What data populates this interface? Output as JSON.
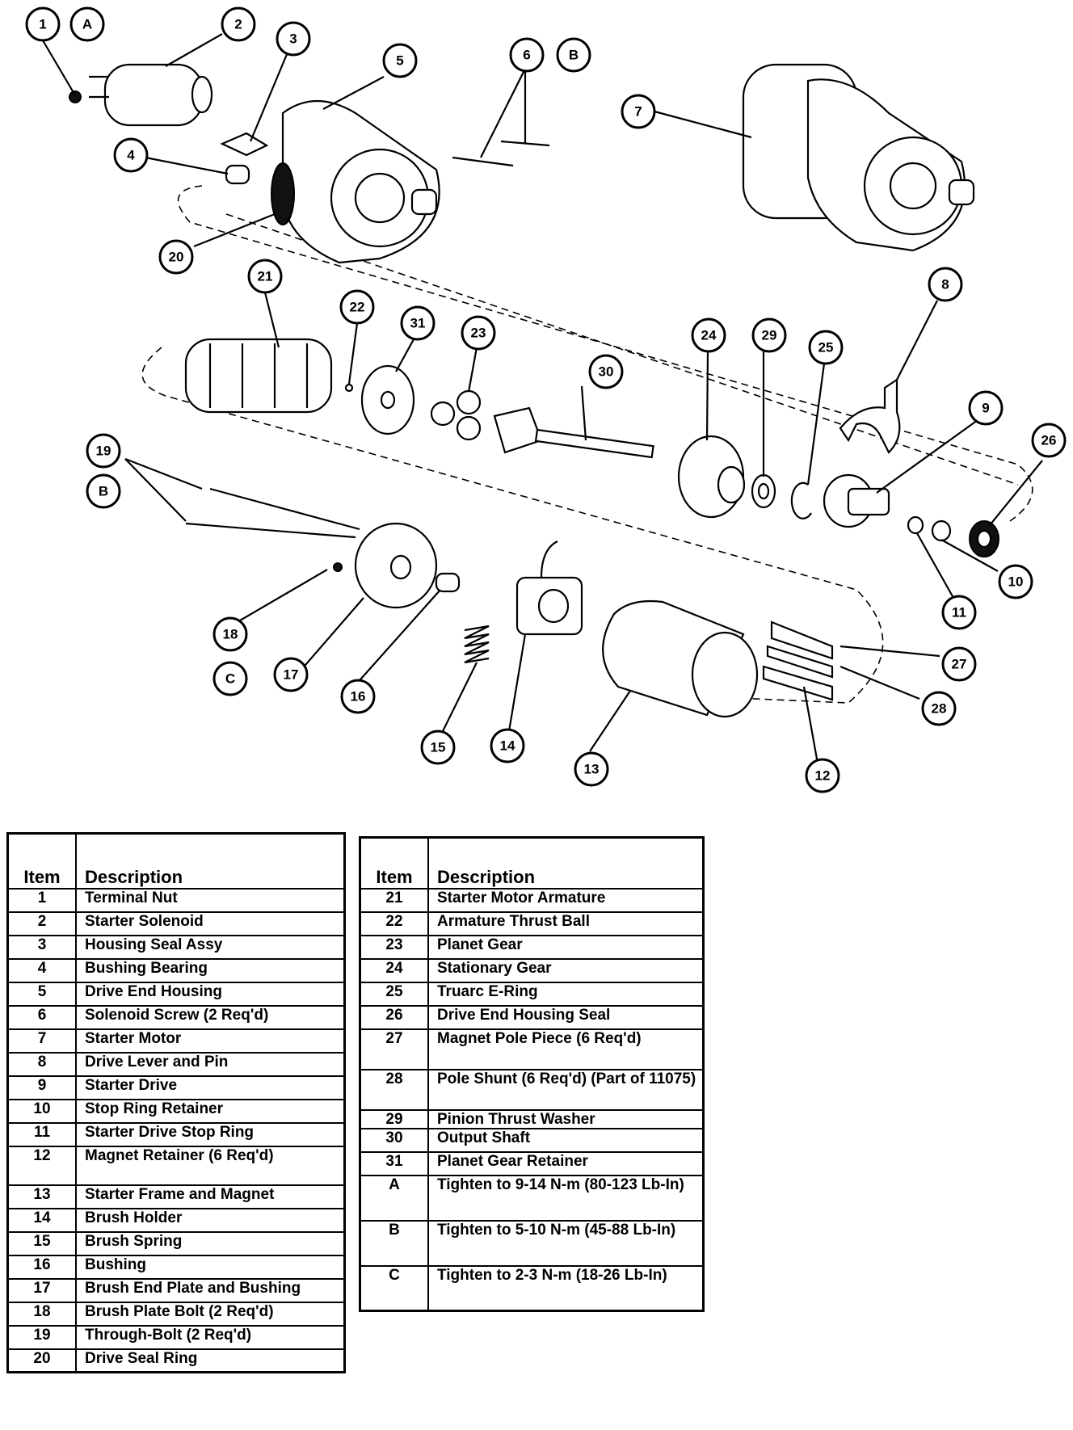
{
  "callouts": [
    {
      "id": "c1",
      "label": "1"
    },
    {
      "id": "cA",
      "label": "A"
    },
    {
      "id": "c2",
      "label": "2"
    },
    {
      "id": "c3",
      "label": "3"
    },
    {
      "id": "c4",
      "label": "4"
    },
    {
      "id": "c5",
      "label": "5"
    },
    {
      "id": "c6",
      "label": "6"
    },
    {
      "id": "cB1",
      "label": "B"
    },
    {
      "id": "c7",
      "label": "7"
    },
    {
      "id": "c20",
      "label": "20"
    },
    {
      "id": "c21",
      "label": "21"
    },
    {
      "id": "c22",
      "label": "22"
    },
    {
      "id": "c31",
      "label": "31"
    },
    {
      "id": "c23",
      "label": "23"
    },
    {
      "id": "c30",
      "label": "30"
    },
    {
      "id": "c24",
      "label": "24"
    },
    {
      "id": "c29",
      "label": "29"
    },
    {
      "id": "c25",
      "label": "25"
    },
    {
      "id": "c8",
      "label": "8"
    },
    {
      "id": "c9",
      "label": "9"
    },
    {
      "id": "c26",
      "label": "26"
    },
    {
      "id": "c19",
      "label": "19"
    },
    {
      "id": "cB2",
      "label": "B"
    },
    {
      "id": "c10",
      "label": "10"
    },
    {
      "id": "c11",
      "label": "11"
    },
    {
      "id": "c18",
      "label": "18"
    },
    {
      "id": "c17",
      "label": "17"
    },
    {
      "id": "cC",
      "label": "C"
    },
    {
      "id": "c16",
      "label": "16"
    },
    {
      "id": "c15",
      "label": "15"
    },
    {
      "id": "c14",
      "label": "14"
    },
    {
      "id": "c13",
      "label": "13"
    },
    {
      "id": "c12",
      "label": "12"
    },
    {
      "id": "c27",
      "label": "27"
    },
    {
      "id": "c28",
      "label": "28"
    }
  ],
  "table_left": {
    "header": {
      "item": "Item",
      "description": "Description"
    },
    "rows": [
      {
        "item": "1",
        "description": "Terminal Nut"
      },
      {
        "item": "2",
        "description": "Starter Solenoid"
      },
      {
        "item": "3",
        "description": "Housing Seal Assy"
      },
      {
        "item": "4",
        "description": "Bushing Bearing"
      },
      {
        "item": "5",
        "description": "Drive End Housing"
      },
      {
        "item": "6",
        "description": "Solenoid Screw (2 Req'd)"
      },
      {
        "item": "7",
        "description": "Starter Motor"
      },
      {
        "item": "8",
        "description": "Drive Lever and Pin"
      },
      {
        "item": "9",
        "description": "Starter Drive"
      },
      {
        "item": "10",
        "description": "Stop Ring Retainer"
      },
      {
        "item": "11",
        "description": "Starter Drive Stop Ring"
      },
      {
        "item": "12",
        "description": "Magnet Retainer (6 Req'd)"
      },
      {
        "item": "13",
        "description": "Starter Frame and Magnet"
      },
      {
        "item": "14",
        "description": "Brush Holder"
      },
      {
        "item": "15",
        "description": "Brush Spring"
      },
      {
        "item": "16",
        "description": "Bushing"
      },
      {
        "item": "17",
        "description": "Brush End Plate and Bushing"
      },
      {
        "item": "18",
        "description": "Brush Plate Bolt (2 Req'd)"
      },
      {
        "item": "19",
        "description": "Through-Bolt (2 Req'd)"
      },
      {
        "item": "20",
        "description": "Drive Seal Ring"
      }
    ]
  },
  "table_right": {
    "header": {
      "item": "Item",
      "description": "Description"
    },
    "rows": [
      {
        "item": "21",
        "description": "Starter Motor Armature"
      },
      {
        "item": "22",
        "description": "Armature Thrust Ball"
      },
      {
        "item": "23",
        "description": "Planet Gear"
      },
      {
        "item": "24",
        "description": "Stationary Gear"
      },
      {
        "item": "25",
        "description": "Truarc E-Ring"
      },
      {
        "item": "26",
        "description": "Drive End Housing Seal"
      },
      {
        "item": "27",
        "description": "Magnet Pole Piece (6 Req'd)"
      },
      {
        "item": "28",
        "description": "Pole Shunt (6 Req'd) (Part of 11075)"
      },
      {
        "item": "29",
        "description": "Pinion Thrust Washer"
      },
      {
        "item": "30",
        "description": "Output Shaft"
      },
      {
        "item": "31",
        "description": "Planet Gear Retainer"
      },
      {
        "item": "A",
        "description": "Tighten to 9-14 N-m (80-123 Lb-In)"
      },
      {
        "item": "B",
        "description": "Tighten to 5-10 N-m (45-88 Lb-In)"
      },
      {
        "item": "C",
        "description": "Tighten to 2-3 N-m (18-26 Lb-In)"
      }
    ]
  }
}
